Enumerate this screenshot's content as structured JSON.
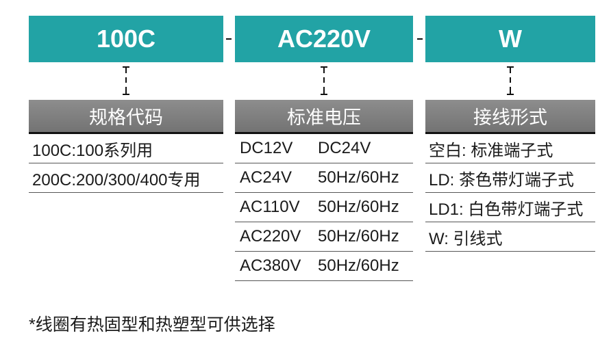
{
  "codes": [
    "100C",
    "AC220V",
    "W"
  ],
  "separator": "-",
  "columns": [
    {
      "header": "规格代码",
      "rows": [
        "100C:100系列用",
        "200C:200/300/400专用"
      ]
    },
    {
      "header": "标准电压",
      "rows": [
        {
          "voltage": "DC12V",
          "extra": "DC24V"
        },
        {
          "voltage": "AC24V",
          "extra": "50Hz/60Hz"
        },
        {
          "voltage": "AC110V",
          "extra": "50Hz/60Hz"
        },
        {
          "voltage": "AC220V",
          "extra": "50Hz/60Hz"
        },
        {
          "voltage": "AC380V",
          "extra": "50Hz/60Hz"
        }
      ]
    },
    {
      "header": "接线形式",
      "rows": [
        "空白: 标准端子式",
        "LD: 茶色带灯端子式",
        "LD1: 白色带灯端子式",
        "W: 引线式"
      ]
    }
  ],
  "footnote": "*线圈有热固型和热塑型可供选择",
  "colors": {
    "code_box": "#22a3a5",
    "header": "#808080",
    "text": "#1a1a1a"
  }
}
